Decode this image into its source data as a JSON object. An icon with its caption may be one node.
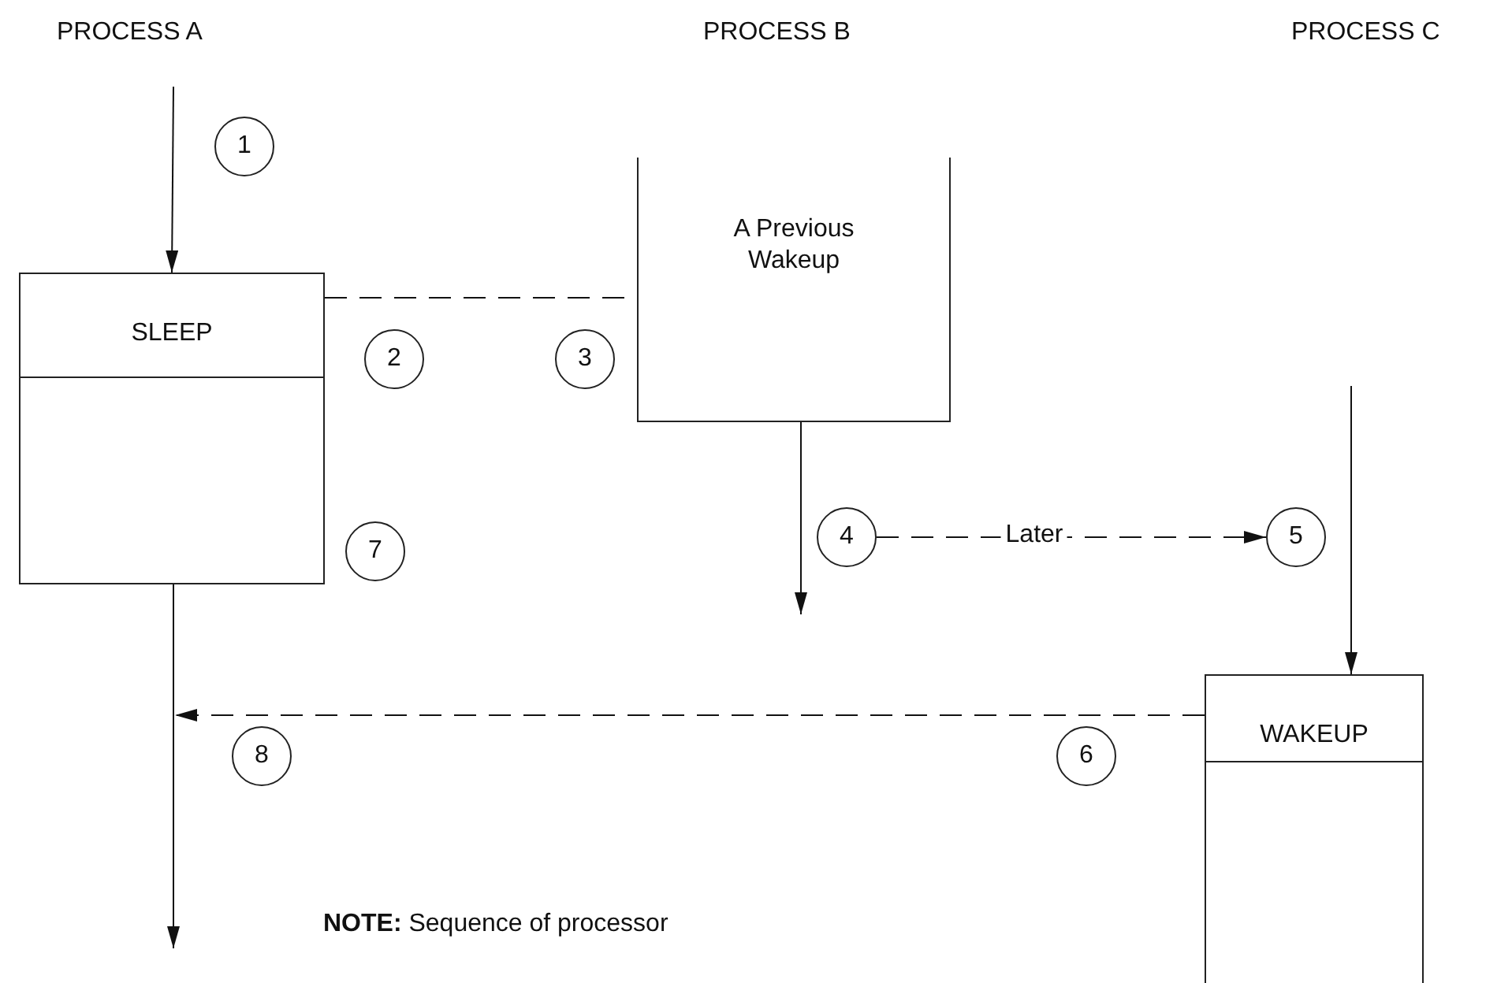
{
  "diagram": {
    "nodes": [
      {
        "text": [
          "1"
        ]
      },
      {
        "text": [
          "A Previous Wakeup"
        ]
      },
      {
        "text": [
          "SLEEP"
        ]
      },
      {
        "text": [
          "2"
        ]
      },
      {
        "text": [
          "3"
        ]
      },
      {
        "text": [
          "7"
        ]
      },
      {
        "text": [
          "4"
        ]
      },
      {
        "text": [
          "5"
        ]
      },
      {
        "text": [
          "WAKEUP"
        ]
      },
      {
        "text": [
          "8"
        ]
      },
      {
        "text": [
          "6"
        ]
      }
    ],
    "edges": [
      {
        "from": null,
        "to": 2,
        "arrow": "to"
      },
      {
        "from": 2,
        "to": 1,
        "arrow": "none",
        "style": "dashed"
      },
      {
        "from": 1,
        "to": null,
        "arrow": "to"
      },
      {
        "from": 6,
        "to": 7,
        "arrow": "to",
        "style": "dashed",
        "label": "Later"
      },
      {
        "from": null,
        "to": 8,
        "arrow": "to"
      },
      {
        "from": 8,
        "to": null,
        "arrow": "to",
        "style": "dashed"
      },
      {
        "from": 2,
        "to": null,
        "arrow": "to"
      }
    ],
    "labels": [
      "PROCESS A",
      "PROCESS B",
      "PROCESS C",
      "**NOTE:**  Sequence of processor"
    ]
  }
}
